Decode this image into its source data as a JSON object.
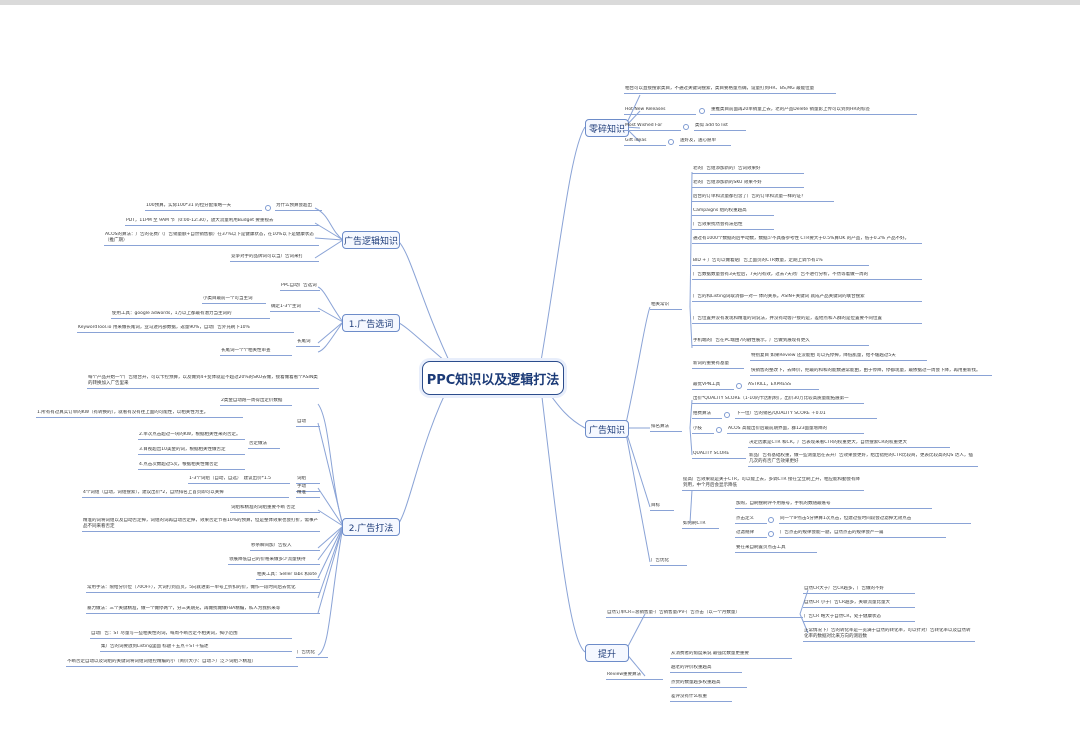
{
  "root": "PPC知识以及逻辑打法",
  "branches": {
    "ad_logic": {
      "label": "广告逻辑知识",
      "items": [
        "100预算，实际100*31 的拉分配策略一天",
        "为什么预算会超出",
        "PDT，11PM 至 9AM 节（0:00-12:30），放大流量利用Budget 要重视去",
        "ACOS的算法：广告的花费/（广告销量额+自然销售额）在37%以下是健康状态，在10%以下是健康状态（推广期）",
        "竞争对手的品牌词可以当广告词来打"
      ]
    },
    "xuanci": {
      "label": "1.广告选词",
      "items": [
        "PPC自动广告选词",
        "小类目最前一个可当主词",
        "确定1-3个主词",
        "使用工具：google adwords，1万以上都最有潜力当主词的",
        "长尾词",
        "KeywordTool.io 用来做长尾词，亚马逊内部数据，返量90%，自动广告外充刷下10%",
        "长尾词一个个相关性审查"
      ]
    },
    "dafa": {
      "label": "2.广告打法",
      "items": [
        "每个产品开始一个广告组合开，可以卡控预算，以及做到4+变体就是不超过20%的SKU去做，接着做着看个ASIN类的转换加入广告里来",
        "自动",
        "2类金自动跑一周得出定价数据",
        "1.所有有过真实订单的KW（有转换的），就看有没有往上面的可能性，以相关性为主。",
        "否定做法",
        "2.单次点击超过一块的KW，根据相关性来的否定。",
        "3.目视超出10美金的词，根据相关性做否定",
        "4.点击次数超过5次，根据相关性做否定",
        "手动",
        "1-3个词组（自动，自选）　建议出价*1.5",
        "词组",
        "4个词组（自动，词组搜索），建议出价*2，自然排名上首页即可以关掉",
        "精准",
        "词组和精准的词组重要不断 否定",
        "精准的词将词组以及自动否定掉，词组的词再自动否定掉，效果否定节省10%的预算，但是整体效果也会打折，需事产品不同来看否定",
        "秒杀瞬间加广告投入",
        "领展降低自己的价格来做多少流量扶持",
        "相关工具：Seller labs 和site",
        "常用手法：限给分价位（70OFF），大词打到首页，5向就进第一单号上折扣的价，做作一段时间后去优化",
        "暴力做法：三个关键精准，做一个做停两个，分三关期充，再做找做做FBA精编，私人为我拆来等",
        "自动广告：ST 尽量写一些相关性的词，每周不断否定不相关词，揭小范围",
        "广告优化",
        "集广告的词要放到Listing里面 标题＋五点＋ST＋描述",
        "不断否定自动以及词组的关键词将词组词组控精编的小（简价大小：自动＞广泛＞词组＞精准）"
      ]
    },
    "lingsan": {
      "label": "零碎知识",
      "items": [
        "相台可以直接搜索类目，不通过关键词搜索，类目要格量点确，设量打到HR、BS,MG 最能位量",
        "Hot New Releases",
        "重推类目前面再20单销量上去，老的产品Delete 销量影上传可以到到HR的标签",
        "Most Wished For",
        "类似 add to list",
        "Gift ideas",
        "送好友，送心愿单"
      ]
    },
    "guanggao": {
      "label": "广告知识",
      "items": [
        "相关常识",
        "老的广告组添加新的广告词效果好",
        "老的广告组添加新的SKU 效果不好",
        "后台的订单和流量都包含了广告的订单和流量一样的证？",
        "Campaigns 组的权重越高",
        "广告效果找然会有滞后性",
        "通过有1000个数据的后半动数，数据少不具备参考性 CTR要大于0.5%算OK 的产品，低于0.2% 产品不好。",
        "BID + 广告可以做着贴广告上面页的CTR数量，定期上调节有1%",
        "广告数据数量会有3天拉后，7天内有效，过去7天对广告不进行分析，不然等着做一周的",
        "广告的和Listing词取消都一对一 体的关系。ASIN+关键词 就成产品关键词的联合搜索",
        "广告位置并没有发现和精准的词说法，并没有动客户接的是，差他点和人群的是位置要不同位置",
        "手机端的广告在PC端由7的融性展示，广告做到展现有更久",
        "新词的重要有基量",
        "特别复目 如果Review 还没能拍 可以先停掉，降低肌量，给不缓越过5天",
        "快销售的整改下，去降价，把最的和和的能数通常能由，由于停降，停都现量，最依据过一周会下降，再用重新找。",
        "最优VPN工具",
        "ASTRILL，EXPRESS",
        "排名算法",
        "出价*QUALITY SCORE（1-10的卡因机制），出价30万比较高质量能拓展第一",
        "拍费算法",
        "下一位广告的销名/QUALITY SCORE ＋0.01",
        "小技",
        "ACOS 高能出价后最前期界面，群123面量增降的",
        "QUALITY SCORE",
        "决定因素是CTR 和CR，广告表现来看CTR的权重更大，自然搜索CR的权重更大",
        "新品广告有基础权重，做一些测量后在去开广告效果会更好，给出错把的CTR比较商，更表比较高的QS 达人，插几次的有否广告效果更好",
        "目标",
        "提高广告效果就是关于CTR，可以能上去，多调CTR 接在全立刷上升，相应能和勤会有降到用，中个月后会显示降低",
        "如何刷CTR",
        "加购，自刷搜刷评不用账号，手机的数随最账号",
        "点击定义",
        "同一个IP点击5分钟算1次点击，但建过投时间段会过滤掉无效点击",
        "过滤规律",
        "广告点击的规律会能一题，自然点击的规律会严一篇",
        "要在来自刷置页点击工具",
        "广告优化"
      ]
    },
    "tisheng": {
      "label": "提升",
      "items": [
        "自然订单CR=总销售量-广告销售量/PV-广告点击（以一个月数量）",
        "自然CR大于广告CR越多，广告做的不好",
        "自然CR 小于广告CR越多，关联流量比量大",
        "广告CR 略大于自然CR，处于健康状态",
        "正常情况下广告的转化率是一览满于自然的转化率，可以针对广告转化率以及自然转化率的数据对比来方向的测验数",
        "Review重要算法",
        "从消费者的角度来说 最强比数量更重要",
        "越老的评价权重越高",
        "点赞的数量越多权重越高",
        "差评没有什么权重"
      ]
    }
  }
}
